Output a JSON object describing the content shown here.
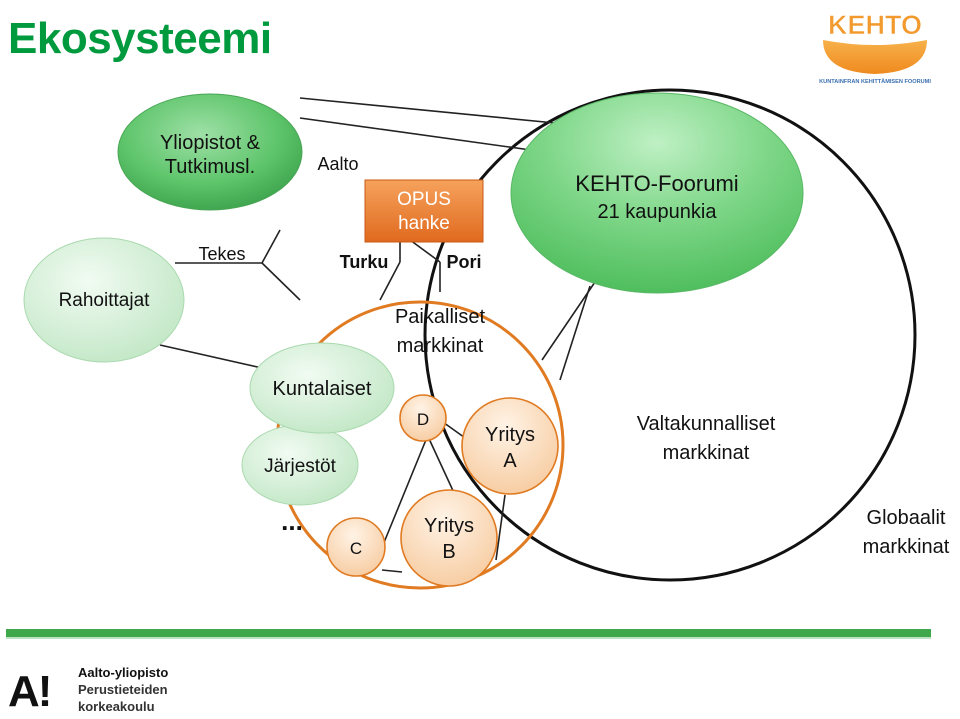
{
  "title": "Ekosysteemi",
  "kehto_logo": {
    "wordmark": "KEHTO",
    "tagline": "KUNTAINFRAN KEHITTÄMISEN FOORUMI",
    "colors": {
      "orange": "#f29a2e",
      "blue": "#3a6fb0"
    }
  },
  "aalto_logo": {
    "mark": "A!",
    "line1": "Aalto-yliopisto",
    "line2": "Perustieteiden",
    "line3": "korkeakoulu"
  },
  "nodes": {
    "yliopistot": {
      "line1": "Yliopistot &",
      "line2": "Tutkimusl."
    },
    "rahoittajat": {
      "label": "Rahoittajat"
    },
    "kehto": {
      "line1": "KEHTO-Foorumi",
      "line2": "21 kaupunkia"
    },
    "opus": {
      "line1": "OPUS",
      "line2": "hanke"
    },
    "kuntalaiset": {
      "label": "Kuntalaiset"
    },
    "jarjestot": {
      "label": "Järjestöt"
    },
    "yritys_a": {
      "line1": "Yritys",
      "line2": "A"
    },
    "yritys_b": {
      "line1": "Yritys",
      "line2": "B"
    },
    "c": {
      "label": "C"
    },
    "d": {
      "label": "D"
    }
  },
  "labels": {
    "aalto": "Aalto",
    "tekes": "Tekes",
    "turku": "Turku",
    "pori": "Pori",
    "paikalliset": {
      "line1": "Paikalliset",
      "line2": "markkinat"
    },
    "valtakunnalliset": {
      "line1": "Valtakunnalliset",
      "line2": "markkinat"
    },
    "globaalit": {
      "line1": "Globaalit",
      "line2": "markkinat"
    },
    "ellipsis": "..."
  },
  "colors": {
    "title_green": "#009a3e",
    "bubble_green": "#5cc36a",
    "bubble_light_green": "#cdeed0",
    "market_orange": "#e07b22",
    "node_fill_orange": "#fbd9b8",
    "opus_orange": "#e8742a",
    "bar_green": "#3ea84a"
  }
}
